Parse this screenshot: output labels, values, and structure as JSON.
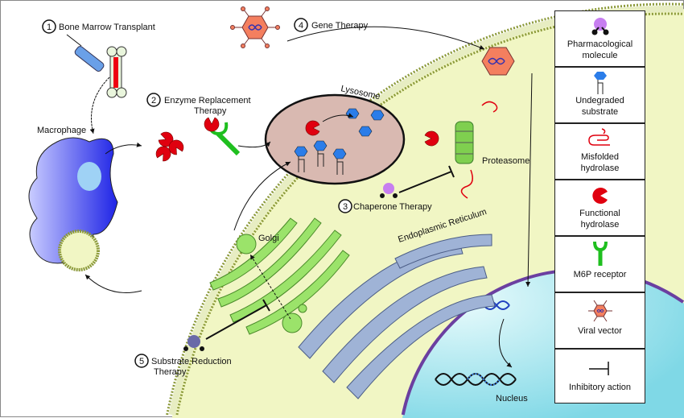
{
  "labels": {
    "step1_num": "1",
    "step1": "Bone Marrow Transplant",
    "step2_num": "2",
    "step2_line1": "Enzyme Replacement",
    "step2_line2": "Therapy",
    "step3_num": "3",
    "step3": "Chaperone Therapy",
    "step4_num": "4",
    "step4": "Gene Therapy",
    "step5_num": "5",
    "step5_line1": "Substrate Reduction",
    "step5_line2": "Therapy",
    "macrophage": "Macrophage",
    "lysosome": "Lysosome",
    "proteasome": "Proteasome",
    "golgi": "Golgi",
    "er": "Endoplasmic Reticulum",
    "nucleus": "Nucleus"
  },
  "legend": [
    {
      "icon": "pharmacological-molecule-icon",
      "line1": "Pharmacological",
      "line2": "molecule"
    },
    {
      "icon": "undegraded-substrate-icon",
      "line1": "Undegraded",
      "line2": "substrate"
    },
    {
      "icon": "misfolded-hydrolase-icon",
      "line1": "Misfolded",
      "line2": "hydrolase"
    },
    {
      "icon": "functional-hydrolase-icon",
      "line1": "Functional",
      "line2": "hydrolase"
    },
    {
      "icon": "m6p-receptor-icon",
      "line1": "M6P receptor",
      "line2": ""
    },
    {
      "icon": "viral-vector-icon",
      "line1": "Viral vector",
      "line2": ""
    },
    {
      "icon": "inhibitory-action-icon",
      "line1": "Inhibitory action",
      "line2": ""
    }
  ],
  "colors": {
    "cytoplasm": "#f1f6c4",
    "membrane": "#8c9a3a",
    "lysosome": "#d9b9b1",
    "golgi": "#9be36a",
    "er": "#9fb3d6",
    "nucleus": "#c8f0f4",
    "hydrolase": "#e0000f",
    "substrate": "#2b7de9",
    "viral": "#f47f5f",
    "macrophage": "#3f44e8"
  }
}
